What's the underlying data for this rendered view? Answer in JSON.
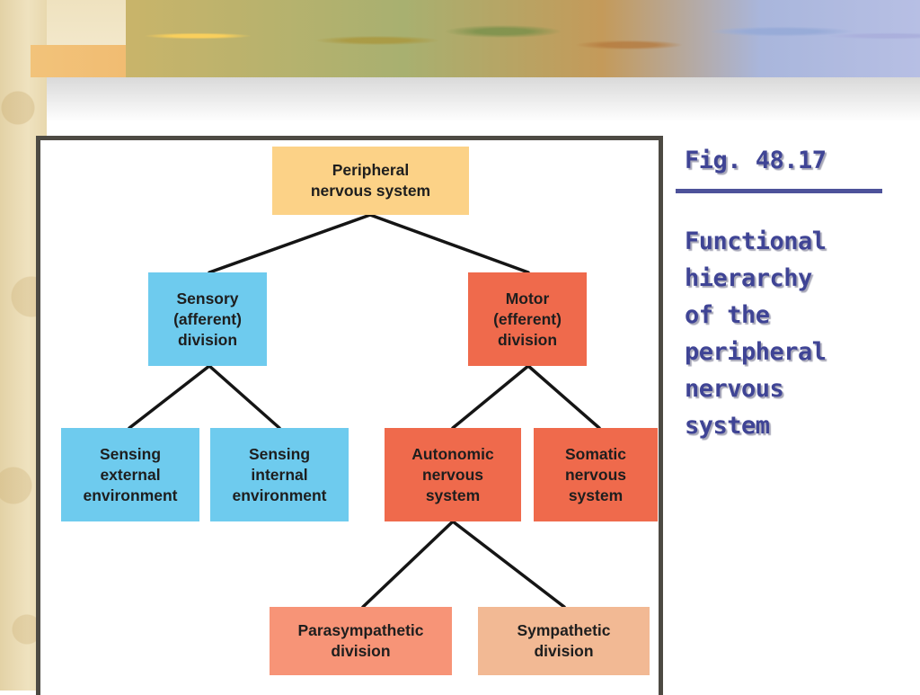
{
  "diagram": {
    "nodes": {
      "pns": "Peripheral\nnervous system",
      "sensory": "Sensory\n(afferent)\ndivision",
      "motor": "Motor\n(efferent)\ndivision",
      "sensing_external": "Sensing\nexternal\nenvironment",
      "sensing_internal": "Sensing\ninternal\nenvironment",
      "autonomic": "Autonomic\nnervous\nsystem",
      "somatic": "Somatic\nnervous\nsystem",
      "parasympathetic": "Parasympathetic\ndivision",
      "sympathetic": "Sympathetic\ndivision"
    },
    "edges": [
      [
        "pns",
        "sensory"
      ],
      [
        "pns",
        "motor"
      ],
      [
        "sensory",
        "sensing_external"
      ],
      [
        "sensory",
        "sensing_internal"
      ],
      [
        "motor",
        "autonomic"
      ],
      [
        "motor",
        "somatic"
      ],
      [
        "autonomic",
        "parasympathetic"
      ],
      [
        "autonomic",
        "sympathetic"
      ]
    ],
    "colors": {
      "root": "#fcd287",
      "sensory": "#6ecbee",
      "motor": "#ef6a4c",
      "parasympathetic": "#f79477",
      "sympathetic": "#f2b994"
    }
  },
  "caption": {
    "figure": "Fig. 48.17",
    "text": "Functional\nhierarchy\nof the\nperipheral\nnervous\nsystem"
  }
}
